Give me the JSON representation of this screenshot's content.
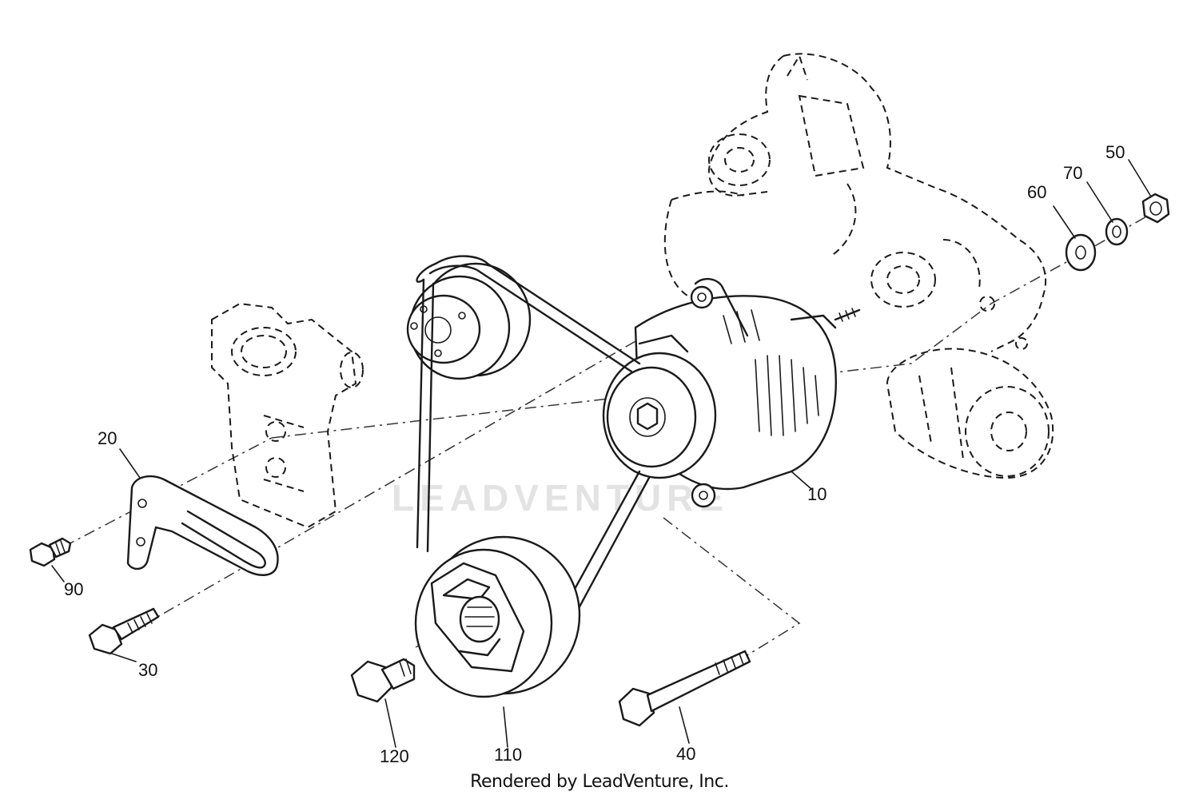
{
  "callouts": {
    "c10": "10",
    "c20": "20",
    "c30": "30",
    "c40": "40",
    "c50": "50",
    "c60": "60",
    "c70": "70",
    "c90": "90",
    "c110": "110",
    "c120": "120"
  },
  "footer": "Rendered by LeadVenture, Inc.",
  "watermark": "LEADVENTURE",
  "colors": {
    "ink": "#1a1a1a",
    "watermark": "#e3e3e3",
    "background": "#ffffff"
  }
}
